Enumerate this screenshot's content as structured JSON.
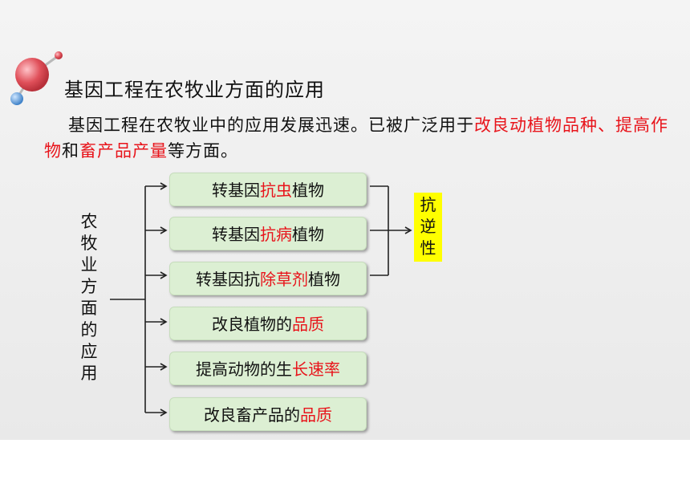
{
  "title": "基因工程在农牧业方面的应用",
  "intro": {
    "p1": "基因工程在农牧业中的应用发展迅速。已被广泛用于",
    "h1": "改良动植物品种、提高作物",
    "p2": "和",
    "h2": "畜产品产量",
    "p3": "等方面。"
  },
  "root_label": [
    "农",
    "牧",
    "业",
    "方",
    "面",
    "的",
    "应",
    "用"
  ],
  "nodes": [
    {
      "plain": "转基因",
      "highlight": "抗虫",
      "rest": "植物"
    },
    {
      "plain": "转基因",
      "highlight": "抗病",
      "rest": "植物"
    },
    {
      "plain": "转基因抗",
      "highlight": "除草剂",
      "rest": "植物"
    },
    {
      "plain": "改良植物的",
      "highlight": "品质",
      "rest": ""
    },
    {
      "plain": "提高动物的生",
      "highlight": "长速率",
      "rest": ""
    },
    {
      "plain": "改良畜产品的",
      "highlight": "品质",
      "rest": ""
    }
  ],
  "resistance_label": [
    "抗",
    "逆",
    "性"
  ],
  "colors": {
    "highlight": "#e8141b",
    "node_fill": "#dcefd3",
    "resist_fill": "#ffff00",
    "molecule_large": "#e0505a",
    "molecule_small": "#4a8fd0"
  }
}
